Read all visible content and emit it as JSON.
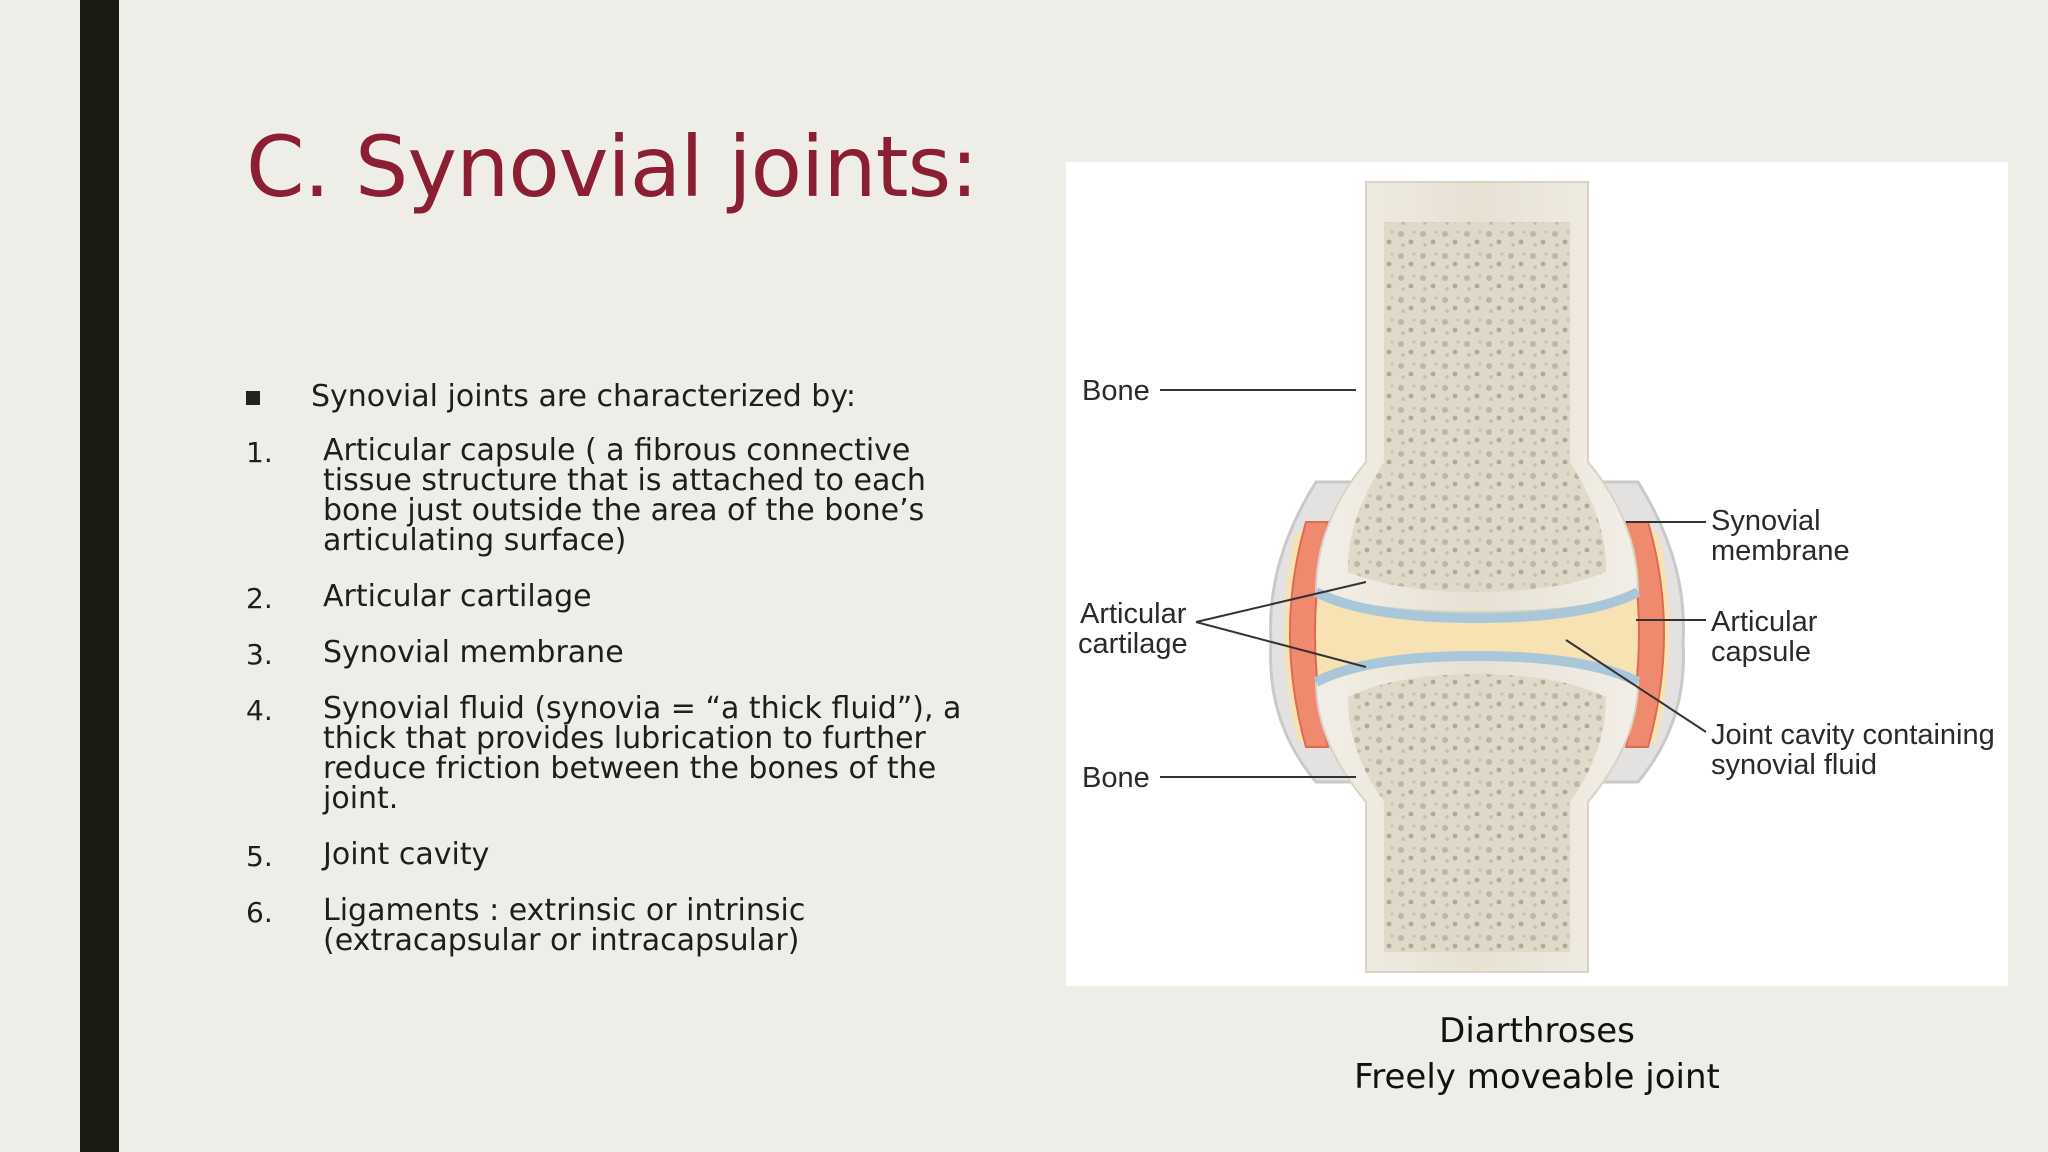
{
  "slide": {
    "title": "C. Synovial joints:",
    "intro_bullet": "Synovial joints are characterized by:",
    "items": [
      {
        "number": "1.",
        "text": "Articular capsule ( a fibrous connective tissue structure that is attached to each bone just outside the area of the bone’s articulating surface)"
      },
      {
        "number": "2.",
        "text": "Articular cartilage"
      },
      {
        "number": "3.",
        "text": "Synovial membrane"
      },
      {
        "number": "4.",
        "text": "Synovial fluid  (synovia = “a thick fluid”), a thick that provides lubrication to further reduce friction between the bones of the joint."
      },
      {
        "number": "5.",
        "text": "Joint cavity"
      },
      {
        "number": "6.",
        "text": "Ligaments : extrinsic or intrinsic (extracapsular or intracapsular)"
      }
    ],
    "caption": {
      "line1": "Diarthroses",
      "line2": "Freely moveable joint"
    }
  },
  "diagram": {
    "labels": {
      "bone_top": "Bone",
      "bone_bottom": "Bone",
      "articular_cartilage_1": "Articular",
      "articular_cartilage_2": "cartilage",
      "synovial_membrane_1": "Synovial",
      "synovial_membrane_2": "membrane",
      "articular_capsule_1": "Articular",
      "articular_capsule_2": "capsule",
      "joint_cavity_1": "Joint cavity containing",
      "joint_cavity_2": "synovial fluid"
    }
  },
  "colors": {
    "title": "#8b1e33",
    "left_bar": "#1c1b12",
    "background": "#efede7",
    "capsule": "#ef8a6e",
    "cartilage": "#a9c7d8",
    "synovial_fluid": "#f7e2b4",
    "bone": "#e6e0d3"
  }
}
